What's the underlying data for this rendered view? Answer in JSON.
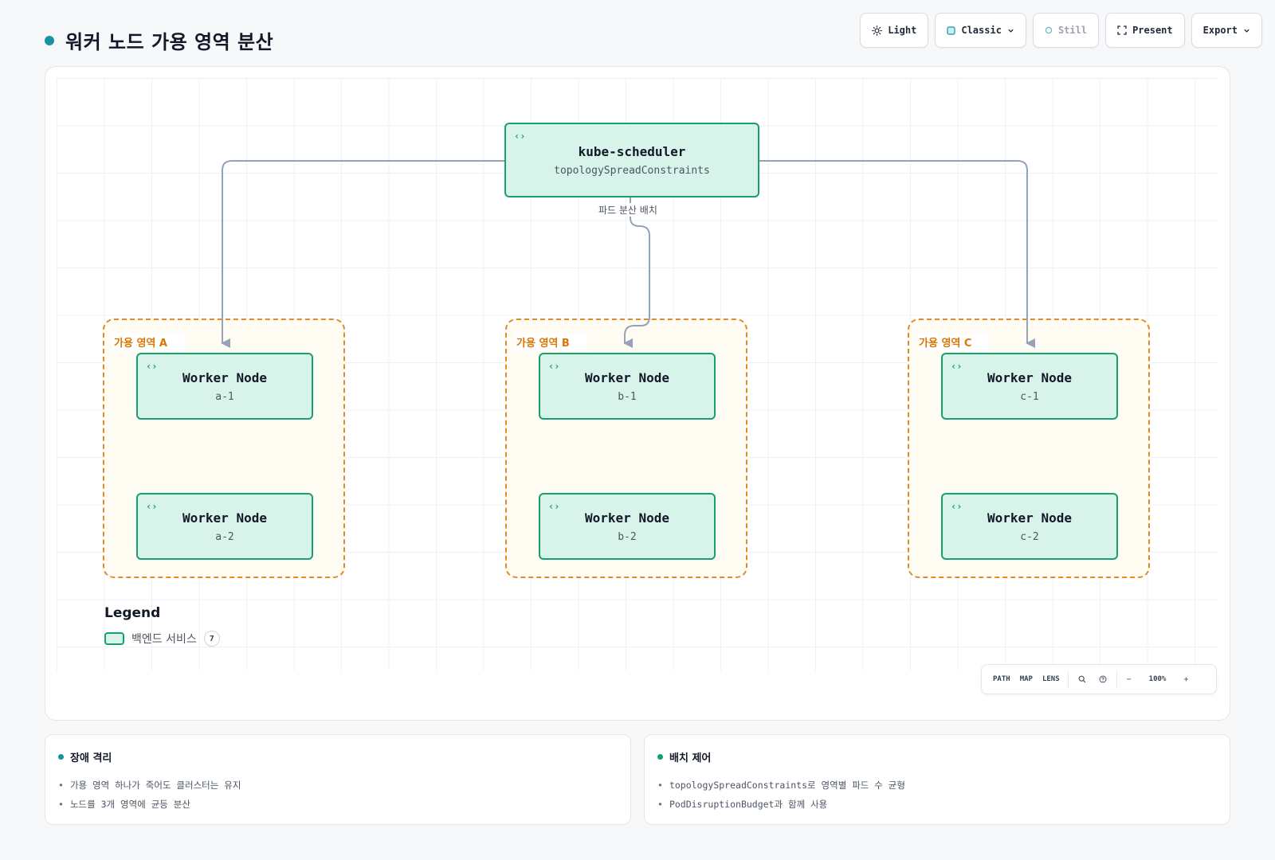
{
  "page": {
    "title": "워커 노드 가용 영역 분산"
  },
  "toolbar": {
    "theme_label": "Light",
    "style_label": "Classic",
    "motion_label": "Still",
    "present_label": "Present",
    "export_label": "Export"
  },
  "diagram": {
    "scheduler": {
      "title": "kube-scheduler",
      "subtitle": "topologySpreadConstraints",
      "icon": "code-icon"
    },
    "edge_label": "파드 분산 배치",
    "zones": [
      {
        "label": "가용 영역 A",
        "nodes": [
          {
            "title": "Worker Node",
            "subtitle": "a-1"
          },
          {
            "title": "Worker Node",
            "subtitle": "a-2"
          }
        ]
      },
      {
        "label": "가용 영역 B",
        "nodes": [
          {
            "title": "Worker Node",
            "subtitle": "b-1"
          },
          {
            "title": "Worker Node",
            "subtitle": "b-2"
          }
        ]
      },
      {
        "label": "가용 영역 C",
        "nodes": [
          {
            "title": "Worker Node",
            "subtitle": "c-1"
          },
          {
            "title": "Worker Node",
            "subtitle": "c-2"
          }
        ]
      }
    ],
    "colors": {
      "node_fill": "#d8f4ea",
      "node_stroke": "#16a06c",
      "zone_stroke": "#e08b2b",
      "edge": "#94a3b8"
    }
  },
  "legend": {
    "title": "Legend",
    "items": [
      {
        "label": "백엔드 서비스",
        "count": "7"
      }
    ]
  },
  "controls": {
    "path": "PATH",
    "map": "MAP",
    "lens": "LENS",
    "zoom": "100%",
    "zoom_out": "−",
    "zoom_in": "+"
  },
  "info": {
    "left": {
      "title": "장애 격리",
      "dot_color": "#1a91a6",
      "items": [
        "가용 영역 하나가 죽어도 클러스터는 유지",
        "노드를 3개 영역에 균등 분산"
      ]
    },
    "right": {
      "title": "배치 제어",
      "dot_color": "#16a06c",
      "items": [
        "topologySpreadConstraints로 영역별 파드 수 균형",
        "PodDisruptionBudget과 함께 사용"
      ]
    }
  }
}
